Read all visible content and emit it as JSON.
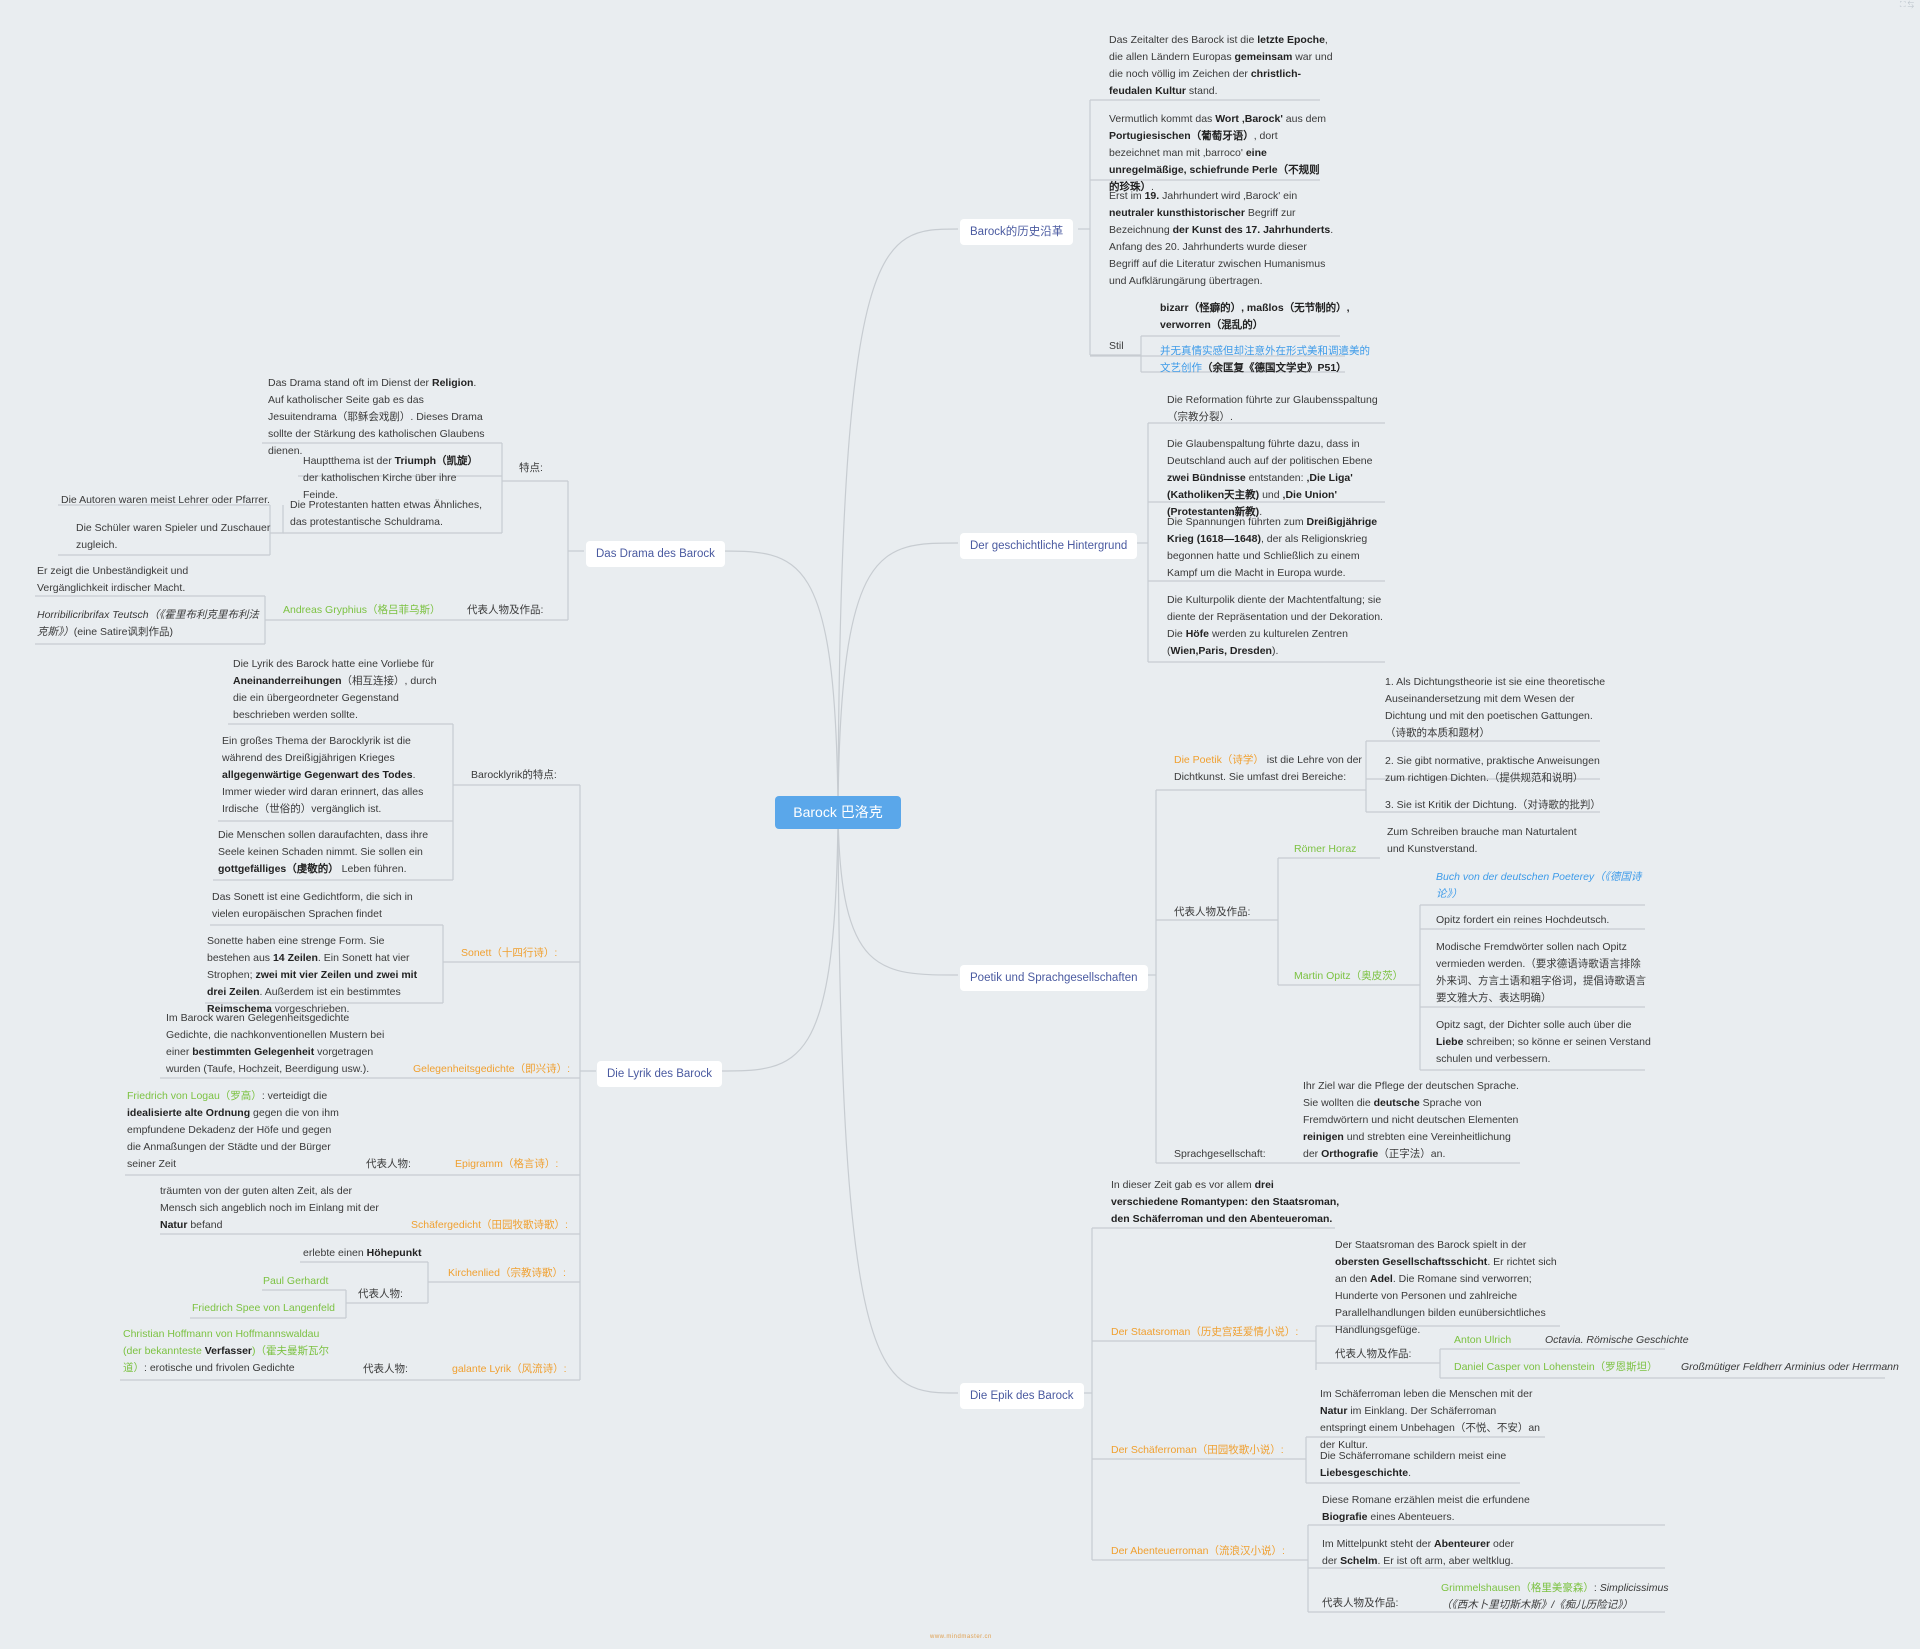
{
  "root": "Barock 巴洛克",
  "corner_mark": "⛶ ⇆",
  "footer": "www.mindmaster.cn",
  "colors": {
    "root": "#5aa7ea",
    "line": "#c7ccd1",
    "green": "#7cc242",
    "orange": "#f0a030",
    "blue": "#3d9be9",
    "branch_text": "#4a5aa0"
  },
  "branches": {
    "history": {
      "label": "Barock的历史沿革",
      "n1": "Das Zeitalter des Barock ist die <b>letzte Epoche</b>, die allen Ländern Europas <b>gemeinsam</b> war und die noch völlig im Zeichen der <b>christlich-feudalen Kultur</b> stand.",
      "n2": "Vermutlich kommt das <b>Wort ‚Barock'</b> aus dem <b>Portugiesischen（葡萄牙语）</b>, dort bezeichnet man mit ‚barroco' <b>eine unregelmäßige, schiefrunde Perle（不规则的珍珠）</b>.",
      "n3": "Erst im <b>19.</b> Jahrhundert wird ‚Barock' ein <b>neutraler kunsthistorischer</b> Begriff zur Bezeichnung <b>der Kunst des 17. Jahrhunderts</b>. Anfang des 20. Jahrhunderts wurde dieser Begriff auf die Literatur zwischen Humanismus und Aufklärungärung übertragen.",
      "stil": "Stil",
      "s1": "<b>bizarr（怪癖的）, maßlos（无节制的）, verworren（混乱的）</b>",
      "s2": "<span class=\"bl\">并无真情实感但却注意外在形式美和调遣美的文艺创作</span><b>（余匡复《德国文学史》P51）</b>"
    },
    "hinter": {
      "label": "Der geschichtliche Hintergrund",
      "n1": "Die Reformation führte zur Glaubensspaltung（宗教分裂）.",
      "n2": "Die Glaubenspaltung führte dazu, dass in Deutschland auch auf der politischen Ebene <b>zwei Bündnisse</b> entstanden: <b>‚Die Liga' (Katholiken天主教)</b> und <b>‚Die Union' (Protestanten新教)</b>.",
      "n3": "Die Spannungen führten zum <b>Dreißigjährige Krieg (1618—1648)</b>, der als Religionskrieg begonnen hatte und Schließlich zu einem Kampf um die Macht in Europa wurde.",
      "n4": "Die Kulturpolik diente der Machtentfaltung; sie diente der Repräsentation und der Dekoration. Die <b>Höfe</b> werden zu kulturelen Zentren (<b>Wien,Paris, Dresden</b>)."
    },
    "poetik": {
      "label": "Poetik und Sprachgesellschaften",
      "def": "<span class=\"o\">Die Poetik（诗学）</span> ist die Lehre von der Dichtkunst. Sie umfast drei Bereiche:",
      "p1": "1. Als Dichtungstheorie ist sie eine theoretische Auseinandersetzung mit dem Wesen der Dichtung und mit den poetischen Gattungen.（诗歌的本质和题材）",
      "p2": "2. Sie gibt normative, praktische Anweisungen zum richtigen Dichten.（提供规范和说明）",
      "p3": "3. Sie ist Kritik der Dichtung.（对诗歌的批判）",
      "rep": "代表人物及作品:",
      "horaz": "Römer Horaz",
      "horaz_t": "Zum Schreiben brauche man Naturtalent und Kunstverstand.",
      "opitz": "Martin Opitz（奥皮茨）",
      "o1": "<span class=\"bl i\">Buch von der deutschen Poeterey（《德国诗论》）</span>",
      "o2": "Opitz fordert ein reines Hochdeutsch.",
      "o3": "Modische Fremdwörter sollen nach Opitz vermieden werden.（要求德语诗歌语言排除外来词、方言土语和粗字俗词，提倡诗歌语言要文雅大方、表达明确）",
      "o4": "Opitz sagt, der Dichter solle auch über die <b>Liebe</b> schreiben; so könne er seinen Verstand schulen und verbessern.",
      "sprach": "Sprachgesellschaft:",
      "sprach_t": "Ihr Ziel war die Pflege der deutschen Sprache. Sie wollten die <b>deutsche</b> Sprache von Fremdwörtern und nicht deutschen Elementen <b>reinigen</b> und strebten eine Vereinheitlichung der <b>Orthografie</b>（正字法）an."
    },
    "epik": {
      "label": "Die Epik des Barock",
      "intro": "In dieser Zeit gab es vor allem <b>drei verschiedene Romantypen: den Staatsroman, den Schäferroman und den Abenteueroman.</b>",
      "staat": "Der Staatsroman（历史宫廷爱情小说）:",
      "staat_t": "Der Staatsroman des Barock spielt in der <b>obersten Gesellschaftsschicht</b>. Er richtet sich an den <b>Adel</b>. Die Romane sind verworren; Hunderte von Personen und zahlreiche Parallelhandlungen bilden eunübersichtliches Handlungsgefüge.",
      "rep": "代表人物及作品:",
      "anton": "Anton Ulrich",
      "anton_w": "Octavia. Römische Geschichte",
      "daniel": "Daniel Casper von Lohenstein（罗恩斯坦）",
      "daniel_w": "Großmütiger Feldherr Arminius oder Herrmann",
      "schaefer": "Der Schäferroman（田园牧歌小说）:",
      "schaefer_t1": "Im Schäferroman leben die Menschen mit der <b>Natur</b> im Einklang. Der Schäferroman entspringt einem Unbehagen（不悦、不安）an der Kultur.",
      "schaefer_t2": "Die Schäferromane schildern meist eine <b>Liebesgeschichte</b>.",
      "aben": "Der Abenteuerroman（流浪汉小说）:",
      "aben_t1": "Diese Romane erzählen meist die erfundene <b>Biografie</b> eines Abenteuers.",
      "aben_t2": "Im Mittelpunkt steht der <b>Abenteurer</b> oder der <b>Schelm</b>. Er ist oft arm, aber weltklug.",
      "rep2": "代表人物及作品:",
      "grimm": "<span class=\"g\">Grimmelshausen（格里美豪森）</span>: <span class=\"i\">Simplicissimus（《西木卜里切斯木斯》/《痴儿历险记》）</span>"
    },
    "drama": {
      "label": "Das Drama des Barock",
      "merk": "特点:",
      "d1": "Das Drama stand oft im Dienst der <b>Religion</b>. Auf katholischer Seite gab es das Jesuitendrama（耶稣会戏剧）. Dieses Drama sollte der Stärkung des katholischen Glaubens dienen.",
      "d2": "Hauptthema ist der <b>Triumph（凯旋）</b> der katholischen Kirche über ihre Feinde.",
      "d3": "Die Protestanten hatten etwas Ähnliches, das protestantische Schuldrama.",
      "d4": "Die Autoren waren meist Lehrer oder Pfarrer.",
      "d5": "Die Schüler waren Spieler und Zuschauer zugleich.",
      "rep": "代表人物及作品:",
      "gryph": "Andreas Gryphius（格吕菲乌斯）",
      "g1": "Er zeigt die Unbeständigkeit und Vergänglichkeit irdischer Macht.",
      "g2": "<span class=\"i\">Horribilicribrifax Teutsch（《霍里布利克里布利法克斯》）</span>(eine Satire讽刺作品)"
    },
    "lyrik": {
      "label": "Die Lyrik des Barock",
      "merk": "Barocklyrik的特点:",
      "l1": "Die Lyrik des Barock hatte eine Vorliebe für <b>Aneinanderreihungen</b>（相互连接）, durch die ein übergeordneter Gegenstand beschrieben werden sollte.",
      "l2": "Ein großes Thema der Barocklyrik ist die während des Dreißigjährigen Krieges <b>allgegenwärtige Gegenwart des Todes</b>. Immer wieder wird daran erinnert, das alles Irdische（世俗的）vergänglich ist.",
      "l3": "Die Menschen sollen daraufachten, dass ihre Seele keinen Schaden nimmt. Sie sollen ein <b>gottgefälliges（虔敬的）</b> Leben führen.",
      "sonett": "Sonett（十四行诗）:",
      "s1": "Das Sonett ist eine Gedichtform, die sich in vielen europäischen Sprachen findet",
      "s2": "Sonette haben eine strenge Form. Sie bestehen aus <b>14 Zeilen</b>. Ein Sonett hat vier Strophen; <b>zwei mit vier Zeilen und zwei mit drei Zeilen</b>. Außerdem ist ein bestimmtes <b>Reimschema</b> vorgeschrieben.",
      "gel": "Gelegenheitsgedichte（即兴诗）:",
      "gel_t": "Im Barock waren Gelegenheitsgedichte Gedichte, die nachkonventionellen Mustern bei einer <b>bestimmten Gelegenheit</b> vorgetragen wurden (Taufe, Hochzeit, Beerdigung usw.).",
      "epi": "Epigramm（格言诗）:",
      "epi_rep": "代表人物:",
      "epi_t": "<span class=\"g\">Friedrich von Logau（罗高）</span>: verteidigt die <b>idealisierte alte Ordnung</b> gegen die von ihm empfundene Dekadenz der Höfe und gegen die Anmaßungen der Städte und der Bürger seiner Zeit",
      "sch": "Schäfergedicht（田园牧歌诗歌）:",
      "sch_t": "träumten von der guten alten Zeit, als der Mensch sich angeblich noch im Einlang mit der <b>Natur</b> befand",
      "kirch": "Kirchenlied（宗教诗歌）:",
      "kirch_t": "erlebte einen <b>Höhepunkt</b>",
      "kirch_rep": "代表人物:",
      "gerhardt": "Paul Gerhardt",
      "spee": "Friedrich Spee von Langenfeld",
      "gal": "galante Lyrik（风流诗）:",
      "gal_rep": "代表人物:",
      "gal_t": "<span class=\"g\">Christian Hoffmann von Hoffmannswaldau (der bekannteste </span><b class=\"g\">Verfasser</b><span class=\"g\">)（霍夫曼斯瓦尔道）</span>: erotische und frivolen Gedichte"
    }
  }
}
